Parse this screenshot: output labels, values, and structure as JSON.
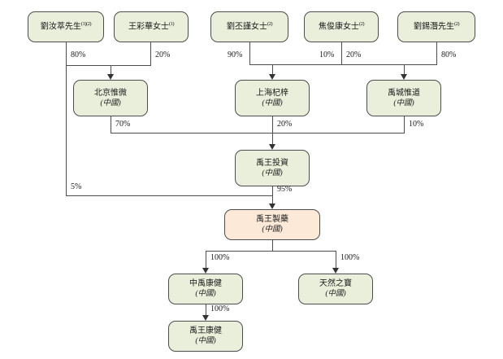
{
  "diagram": {
    "kind": "corporate-shareholding-structure",
    "country_note": "(中國)",
    "nodes": {
      "liu_rucui": {
        "label": "劉汝萃先生",
        "sup": "(1)(2)"
      },
      "wang_caihua": {
        "label": "王彩華女士",
        "sup": "(1)"
      },
      "liu_pijin": {
        "label": "劉丕謹女士",
        "sup": "(2)"
      },
      "jiao_junkang": {
        "label": "焦俊康女士",
        "sup": "(2)"
      },
      "liu_xiqian": {
        "label": "劉錫潛先生",
        "sup": "(2)"
      },
      "beijing_weiwei": {
        "label": "北京惟微",
        "sub": "(中國)"
      },
      "shanghai_qizi": {
        "label": "上海杞梓",
        "sub": "(中國)"
      },
      "yucheng_weidao": {
        "label": "禹城惟道",
        "sub": "(中國)"
      },
      "yuwang_investment": {
        "label": "禹王投資",
        "sub": "(中國)"
      },
      "yuwang_pharma": {
        "label": "禹王製藥",
        "sub": "(中國)"
      },
      "zhongyu_kangjian": {
        "label": "中禹康健",
        "sub": "(中國)"
      },
      "tianran_zhibao": {
        "label": "天然之寶",
        "sub": "(中國)"
      },
      "yuwang_kangjian": {
        "label": "禹王康健",
        "sub": "(中國)"
      }
    },
    "edges": {
      "liu_rucui_to_beijing": "80%",
      "wang_caihua_to_beijing": "20%",
      "liu_pijin_to_shanghai": "90%",
      "jiao_junkang_to_shanghai": "10%",
      "jiao_junkang_to_yucheng": "20%",
      "liu_xiqian_to_yucheng": "80%",
      "beijing_to_investment": "70%",
      "shanghai_to_investment": "20%",
      "yucheng_to_investment": "10%",
      "liu_rucui_to_pharma": "5%",
      "investment_to_pharma": "95%",
      "pharma_to_zhongyu": "100%",
      "pharma_to_tianran": "100%",
      "zhongyu_to_kangjian": "100%"
    },
    "colors": {
      "node_fill": "#e9efdb",
      "highlight_fill": "#fce9d8",
      "border": "#4d4d4d",
      "line": "#4d4d4d",
      "text": "#1a1a1a",
      "background": "#ffffff"
    }
  }
}
